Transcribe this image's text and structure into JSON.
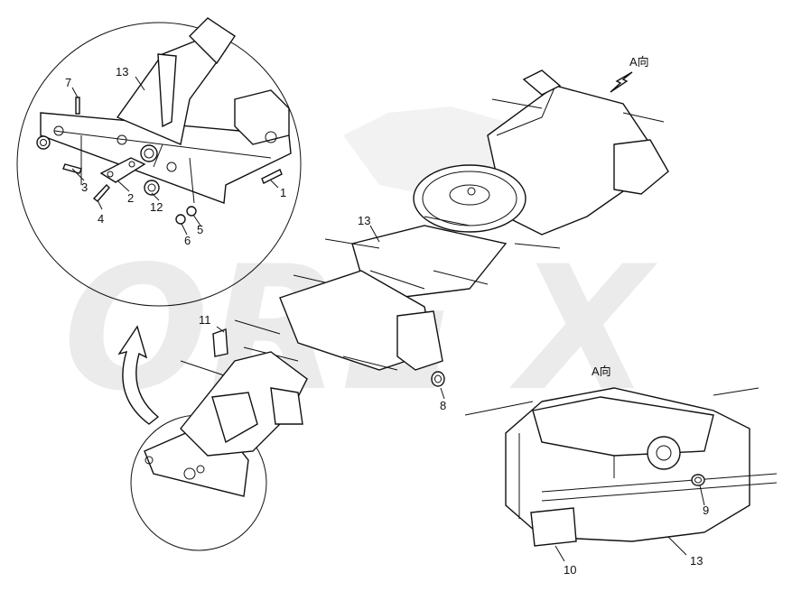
{
  "watermark": {
    "text": "ORE X"
  },
  "view_label_top": "A向",
  "view_label_inset": "A向",
  "callouts": {
    "c1": "1",
    "c2": "2",
    "c3": "3",
    "c4": "4",
    "c5": "5",
    "c6": "6",
    "c7": "7",
    "c8": "8",
    "c9": "9",
    "c10": "10",
    "c11": "11",
    "c12": "12",
    "c13_detail": "13",
    "c13_main": "13",
    "c13_inset": "13"
  },
  "icons": {
    "view_arrow": "arrow-down-left-icon",
    "transfer_arrow": "curved-arrow-up-icon"
  }
}
